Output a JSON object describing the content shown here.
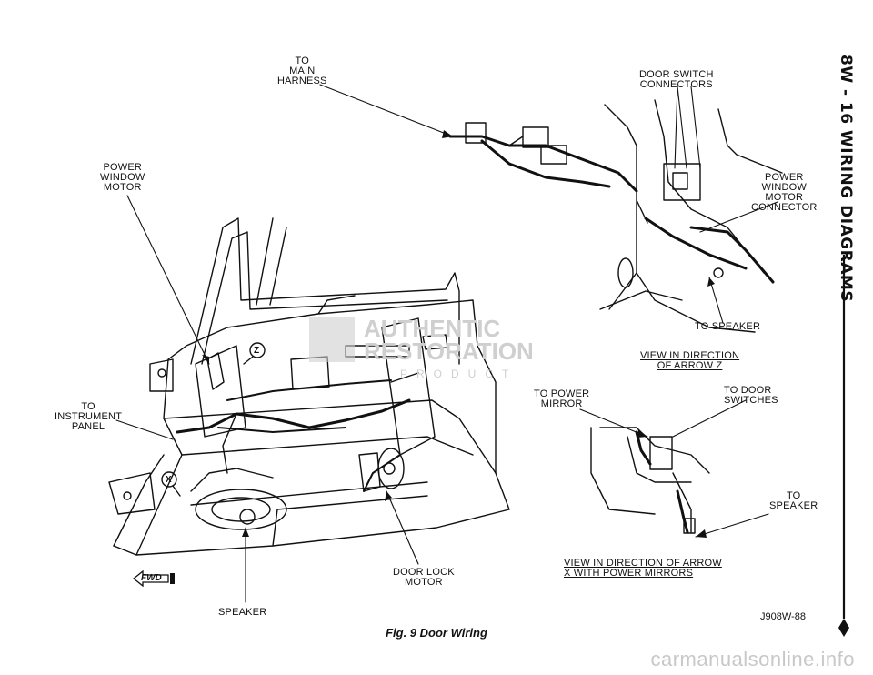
{
  "header": {
    "section_title": "8W - 16 WIRING DIAGRAMS"
  },
  "labels": {
    "to_main_harness": [
      "TO",
      "MAIN",
      "HARNESS"
    ],
    "power_window_motor": [
      "POWER",
      "WINDOW",
      "MOTOR"
    ],
    "to_instrument_panel": [
      "TO",
      "INSTRUMENT",
      "PANEL"
    ],
    "door_lock_motor": [
      "DOOR LOCK",
      "MOTOR"
    ],
    "speaker": "SPEAKER",
    "fwd": "FWD",
    "door_switch_connectors": [
      "DOOR SWITCH",
      "CONNECTORS"
    ],
    "power_window_motor_connector": [
      "POWER",
      "WINDOW",
      "MOTOR",
      "CONNECTOR"
    ],
    "to_speaker_upper": "TO SPEAKER",
    "view_arrow_z": [
      "VIEW IN DIRECTION",
      "OF ARROW Z"
    ],
    "to_power_mirror": [
      "TO POWER",
      "MIRROR"
    ],
    "to_door_switches": [
      "TO DOOR",
      "SWITCHES"
    ],
    "to_speaker_lower": [
      "TO",
      "SPEAKER"
    ],
    "view_arrow_x": [
      "VIEW IN DIRECTION OF ARROW",
      "X WITH POWER MIRRORS"
    ],
    "callout_z": "Z",
    "callout_x": "X"
  },
  "caption": "Fig. 9 Door Wiring",
  "figure_id": "J908W-88",
  "watermark_logo": [
    "AUTHENTIC",
    "RESTORATION",
    "PRODUCT"
  ],
  "watermark_url": "carmanualsonline.info"
}
